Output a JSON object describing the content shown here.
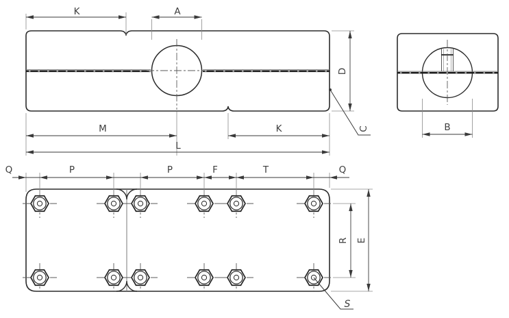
{
  "drawing": {
    "labels": {
      "side_view": {
        "k_top": "K",
        "a": "A",
        "d": "D",
        "m": "M",
        "k_right": "K",
        "l": "L",
        "c": "C"
      },
      "end_view": {
        "b": "B"
      },
      "plan_view": {
        "q_left": "Q",
        "p_left": "P",
        "p_mid": "P",
        "f": "F",
        "t": "T",
        "q_right": "Q",
        "r": "R",
        "e": "E",
        "s": "S"
      }
    },
    "colors": {
      "line": "#2b2b2b",
      "thin_line": "#8a8a8a",
      "accent_red": "#d22b2b"
    }
  }
}
